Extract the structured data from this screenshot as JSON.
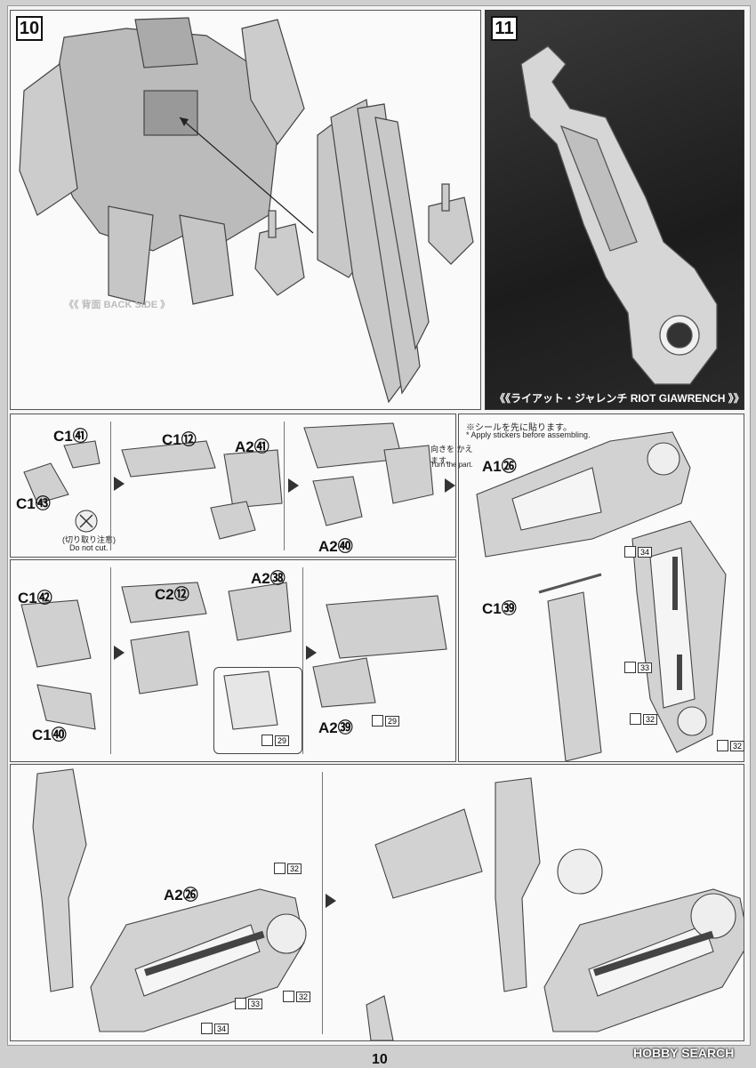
{
  "step10": {
    "number": "10",
    "side_label": "《《 背面 BACK SIDE 》"
  },
  "step11": {
    "number": "11",
    "title": "《《ライアット・ジャレンチ RIOT GIAWRENCH 》》"
  },
  "row1": {
    "c1_41": "C1㊶",
    "c1_43": "C1㊸",
    "donotcut_jp": "(切り取り注意)",
    "donotcut_en": "Do not cut.",
    "c1_12": "C1⑫",
    "a2_41": "A2㊶",
    "a2_40": "A2㊵"
  },
  "row1_right": {
    "note_jp": "※シールを先に貼ります。",
    "note_en": "* Apply stickers before assembling.",
    "turn_jp": "向きを かえます。",
    "turn_en": "Turn the part.",
    "a1_26": "A1㉖",
    "c1_39": "C1㊴",
    "stickers": [
      "34",
      "33",
      "32",
      "32"
    ]
  },
  "row2": {
    "c1_42": "C1㊷",
    "c1_40": "C1㊵",
    "c2_12": "C2⑫",
    "a2_38": "A2㊳",
    "a2_39": "A2㊴",
    "sticker_inset": "29",
    "sticker_part": "29"
  },
  "row3": {
    "a2_26": "A2㉖",
    "stickers": [
      "32",
      "33",
      "32",
      "34"
    ]
  },
  "footer": {
    "page": "10",
    "brand": "HOBBY SEARCH"
  }
}
